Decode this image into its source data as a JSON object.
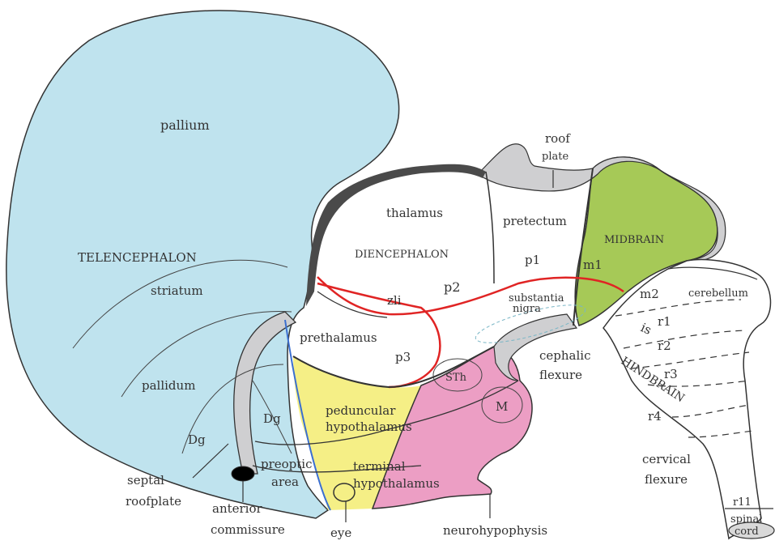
{
  "colors": {
    "telencephalon": "#bfe3ee",
    "midbrain": "#a6c957",
    "peduncular": "#f5ef86",
    "terminal": "#ec9ec4",
    "roofplate": "#cfcfd1",
    "red_boundary": "#e02424",
    "blue_boundary": "#3b6fd0",
    "outline": "#333333"
  },
  "labels": {
    "pallium": "pallium",
    "telencephalon": "TELENCEPHALON",
    "striatum": "striatum",
    "pallidum": "pallidum",
    "dg_left": "Dg",
    "dg_right": "Dg",
    "septal": "septal",
    "roofplate_left": "roofplate",
    "anterior": "anterior",
    "commissure": "commissure",
    "preoptic": "preoptic",
    "area": "area",
    "eye": "eye",
    "thalamus": "thalamus",
    "diencephalon": "DIENCEPHALON",
    "zli": "zli",
    "p1": "p1",
    "p2": "p2",
    "p3": "p3",
    "prethalamus": "prethalamus",
    "pretectum": "pretectum",
    "roof": "roof",
    "plate": "plate",
    "midbrain": "MIDBRAIN",
    "m1": "m1",
    "m2": "m2",
    "substantia": "substantia",
    "nigra": "nigra",
    "cephalic": "cephalic",
    "flexure": "flexure",
    "sth": "STh",
    "m": "M",
    "peduncular": "peduncular",
    "hypothalamus": "hypothalamus",
    "terminal": "terminal",
    "terminal_hypothalamus": "hypothalamus",
    "neurohypophysis": "neurohypophysis",
    "cerebellum": "cerebellum",
    "is": "is",
    "r1": "r1",
    "r2": "r2",
    "r3": "r3",
    "r4": "r4",
    "hindbrain": "HINDBRAIN",
    "cervical": "cervical",
    "cervical_flexure": "flexure",
    "r11": "r11",
    "spinal": "spinal",
    "cord": "cord"
  }
}
